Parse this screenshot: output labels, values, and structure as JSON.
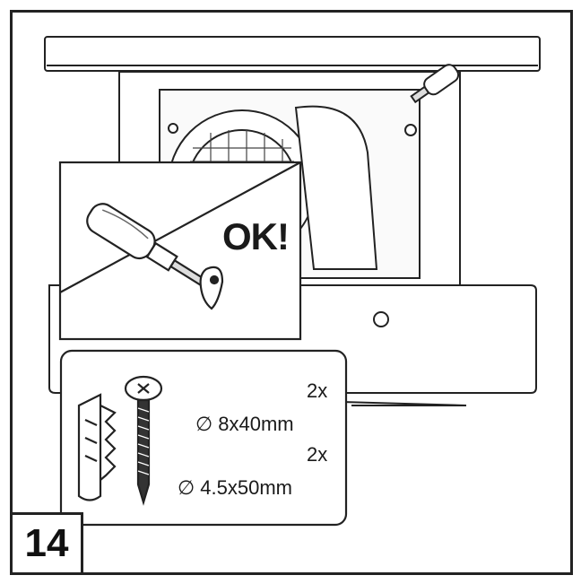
{
  "illustration": {
    "ok_label": "OK!",
    "icons": [
      "screwdriver-icon",
      "wall-plug-icon",
      "screw-icon",
      "fan-icon"
    ]
  },
  "hardware": {
    "plug_qty": "2x",
    "plug_size": "∅ 8x40mm",
    "screw_qty": "2x",
    "screw_size": "∅ 4.5x50mm"
  },
  "step": {
    "number": "14"
  },
  "colors": {
    "line": "#222222",
    "panel": "#ffffff",
    "shade": "#cfcfcf"
  }
}
